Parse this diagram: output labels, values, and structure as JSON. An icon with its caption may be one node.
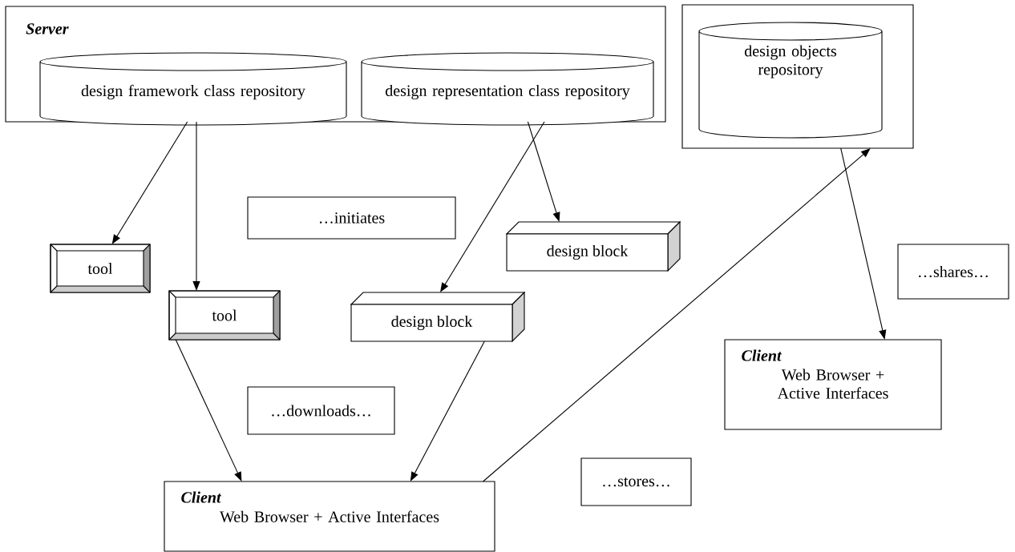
{
  "diagram": {
    "nodes": [
      {
        "text": [
          "Server"
        ]
      },
      {
        "text": [
          "design framework class repository"
        ],
        "in": 0
      },
      {
        "text": [
          "design representation class repository"
        ],
        "in": 0
      },
      {
        "text": [],
        "shape": "box"
      },
      {
        "text": [
          "design objects repository"
        ],
        "in": 3
      },
      {
        "text": [
          "…initiates"
        ]
      },
      {
        "text": [
          "design block"
        ]
      },
      {
        "text": [
          "tool"
        ]
      },
      {
        "text": [
          "tool"
        ]
      },
      {
        "text": [
          "design block"
        ]
      },
      {
        "text": [
          "…shares…"
        ]
      },
      {
        "text": [
          "Client",
          "Web Browser + Active Interfaces"
        ]
      },
      {
        "text": [
          "…downloads…"
        ]
      },
      {
        "text": [
          "Client",
          "Web Browser + Active Interfaces"
        ]
      },
      {
        "text": [
          "…stores…"
        ]
      }
    ],
    "edges": [
      {
        "from": 0,
        "to": 7,
        "arrow": "to"
      },
      {
        "from": 0,
        "to": 8,
        "arrow": "to"
      },
      {
        "from": 0,
        "to": 9,
        "arrow": "to"
      },
      {
        "from": 0,
        "to": 6,
        "arrow": "to"
      },
      {
        "from": 8,
        "to": 13,
        "arrow": "to"
      },
      {
        "from": 9,
        "to": 13,
        "arrow": "to"
      },
      {
        "from": 13,
        "to": 3,
        "arrow": "to"
      },
      {
        "from": 3,
        "to": 11,
        "arrow": "to"
      }
    ]
  }
}
